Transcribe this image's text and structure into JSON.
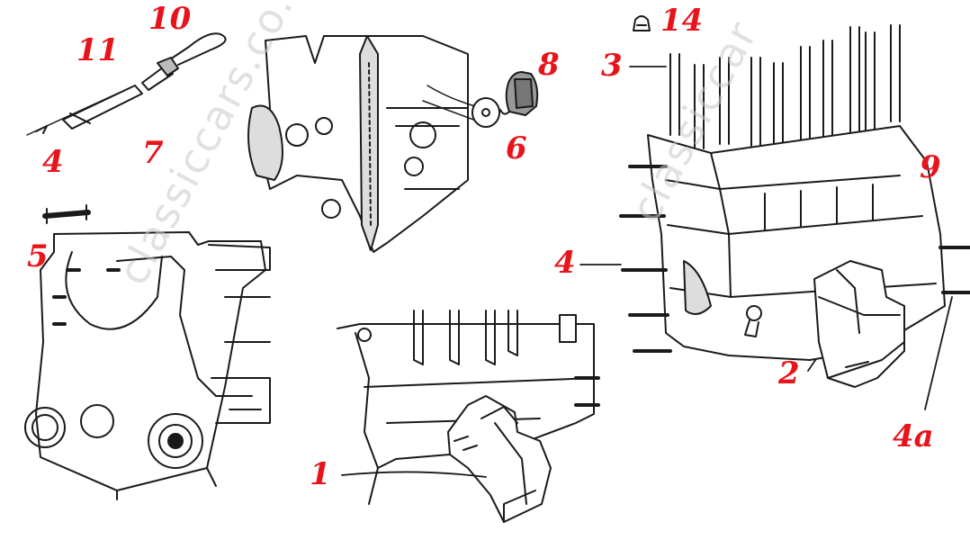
{
  "labels": {
    "l10": "10",
    "l11": "11",
    "l4_left": "4",
    "l7": "7",
    "l5": "5",
    "l8": "8",
    "l6": "6",
    "l1": "1",
    "l14": "14",
    "l3": "3",
    "l9": "9",
    "l4_right": "4",
    "l2": "2",
    "l4a": "4a"
  },
  "watermark": {
    "text": "classiccars.co.uk",
    "text_right": "classiccar"
  },
  "colors": {
    "label": "#e8141b",
    "line": "#1a1a1a",
    "watermark": "#c9c9c9"
  }
}
